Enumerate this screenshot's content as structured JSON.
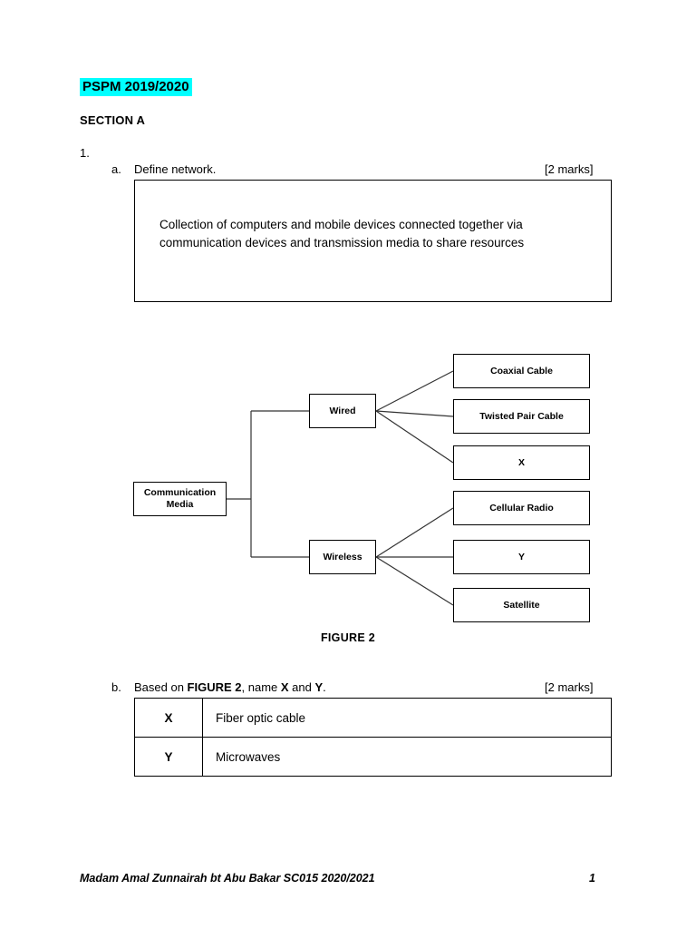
{
  "header": {
    "title": "PSPM 2019/2020",
    "title_highlight_color": "#00ffff",
    "section": "SECTION A"
  },
  "question": {
    "number": "1.",
    "part_a": {
      "letter": "a.",
      "prompt": "Define network.",
      "marks": "[2 marks]",
      "answer": "Collection of computers and mobile devices connected together via communication devices and transmission media to share resources"
    },
    "part_b": {
      "letter": "b.",
      "prompt_before": "Based on ",
      "prompt_bold": "FIGURE 2",
      "prompt_middle": ", name ",
      "prompt_x": "X",
      "prompt_and": " and ",
      "prompt_y": "Y",
      "prompt_end": ".",
      "marks": "[2 marks]",
      "rows": [
        {
          "key": "X",
          "value": "Fiber optic cable"
        },
        {
          "key": "Y",
          "value": "Microwaves"
        }
      ]
    }
  },
  "figure": {
    "caption": "FIGURE 2",
    "root": "Communication Media",
    "root_line1": "Communication",
    "root_line2": "Media",
    "branches": [
      {
        "label": "Wired",
        "children": [
          "Coaxial Cable",
          "Twisted Pair Cable",
          "X"
        ]
      },
      {
        "label": "Wireless",
        "children": [
          "Cellular Radio",
          "Y",
          "Satellite"
        ]
      }
    ],
    "leaves": [
      "Coaxial Cable",
      "Twisted Pair Cable",
      "X",
      "Cellular Radio",
      "Y",
      "Satellite"
    ]
  },
  "footer": {
    "text": "Madam Amal Zunnairah bt Abu Bakar SC015 2020/2021",
    "page": "1"
  }
}
